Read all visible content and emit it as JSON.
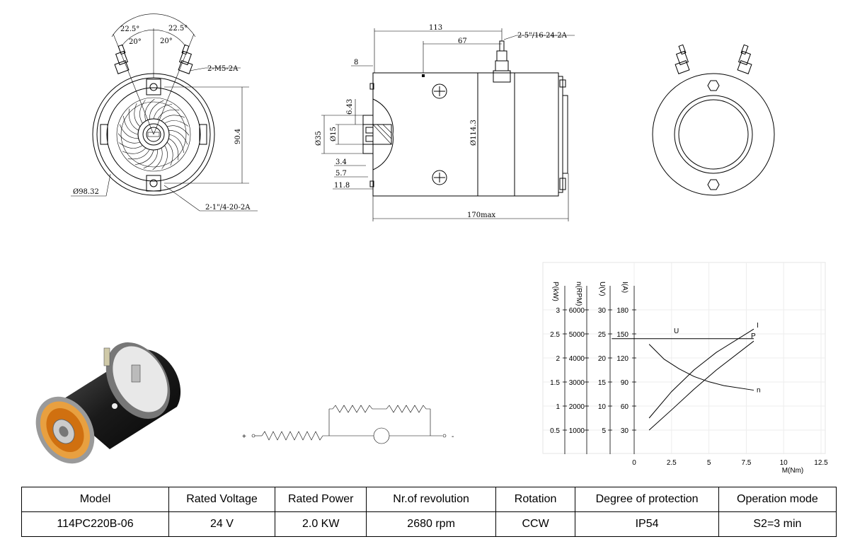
{
  "front_view": {
    "dims": {
      "a1": "22.5°",
      "a2": "22.5°",
      "a3": "20°",
      "a4": "20°",
      "bolt": "2-M5-2A",
      "height": "90.4",
      "dia": "Ø98.32",
      "mount": "2-1\"/4-20-2A"
    }
  },
  "side_view": {
    "dims": {
      "len113": "113",
      "len67": "67",
      "terminal": "2-5\"/16-24-2A",
      "off8": "8",
      "d643": "6.43",
      "d35": "Ø35",
      "d15": "Ø15",
      "d34": "3.4",
      "d57": "5.7",
      "d118": "11.8",
      "body_dia": "Ø114.3",
      "total": "170max"
    }
  },
  "chart_data": {
    "type": "line",
    "xlabel": "M(Nm)",
    "x_ticks": [
      "0",
      "2.5",
      "5",
      "7.5",
      "10",
      "12.5"
    ],
    "xlim": [
      0,
      12.5
    ],
    "axes": [
      {
        "label": "P(kW)",
        "ticks": [
          "0.5",
          "1",
          "1.5",
          "2",
          "2.5",
          "3"
        ],
        "range": [
          0,
          3.5
        ]
      },
      {
        "label": "n(RPM)",
        "ticks": [
          "1000",
          "2000",
          "3000",
          "4000",
          "5000",
          "6000"
        ],
        "range": [
          0,
          7000
        ]
      },
      {
        "label": "U(V)",
        "ticks": [
          "5",
          "10",
          "15",
          "20",
          "25",
          "30"
        ],
        "range": [
          0,
          35
        ]
      },
      {
        "label": "I(A)",
        "ticks": [
          "30",
          "60",
          "90",
          "120",
          "150",
          "180"
        ],
        "range": [
          0,
          210
        ]
      }
    ],
    "series": [
      {
        "name": "U",
        "axis": 2,
        "x": [
          -1.5,
          8
        ],
        "y": [
          24,
          24
        ]
      },
      {
        "name": "I",
        "axis": 3,
        "x": [
          1,
          2.5,
          4,
          5.5,
          8
        ],
        "y": [
          45,
          78,
          105,
          127,
          156
        ]
      },
      {
        "name": "P",
        "axis": 0,
        "x": [
          1,
          2.5,
          4,
          5.5,
          8
        ],
        "y": [
          0.5,
          0.92,
          1.35,
          1.75,
          2.35
        ]
      },
      {
        "name": "n",
        "axis": 1,
        "x": [
          1,
          2,
          3,
          4,
          5,
          6,
          8
        ],
        "y": [
          4570,
          3950,
          3550,
          3230,
          3010,
          2850,
          2660
        ]
      }
    ]
  },
  "spec_table": {
    "headers": [
      "Model",
      "Rated Voltage",
      "Rated Power",
      "Nr.of revolution",
      "Rotation",
      "Degree of protection",
      "Operation mode"
    ],
    "values": [
      "114PC220B-06",
      "24 V",
      "2.0 KW",
      "2680 rpm",
      "CCW",
      "IP54",
      "S2=3 min"
    ]
  }
}
